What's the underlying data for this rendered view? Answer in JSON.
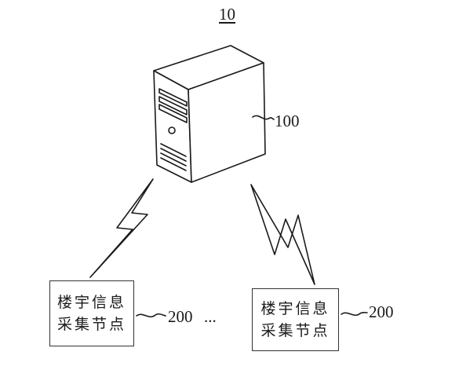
{
  "figure": {
    "number": "10"
  },
  "server": {
    "ref": "100"
  },
  "nodes": [
    {
      "line1": "楼宇信息",
      "line2": "采集节点",
      "ref": "200",
      "suffix": "..."
    },
    {
      "line1": "楼宇信息",
      "line2": "采集节点",
      "ref": "200"
    }
  ],
  "colors": {
    "stroke": "#1a1a1a",
    "background": "#ffffff"
  }
}
